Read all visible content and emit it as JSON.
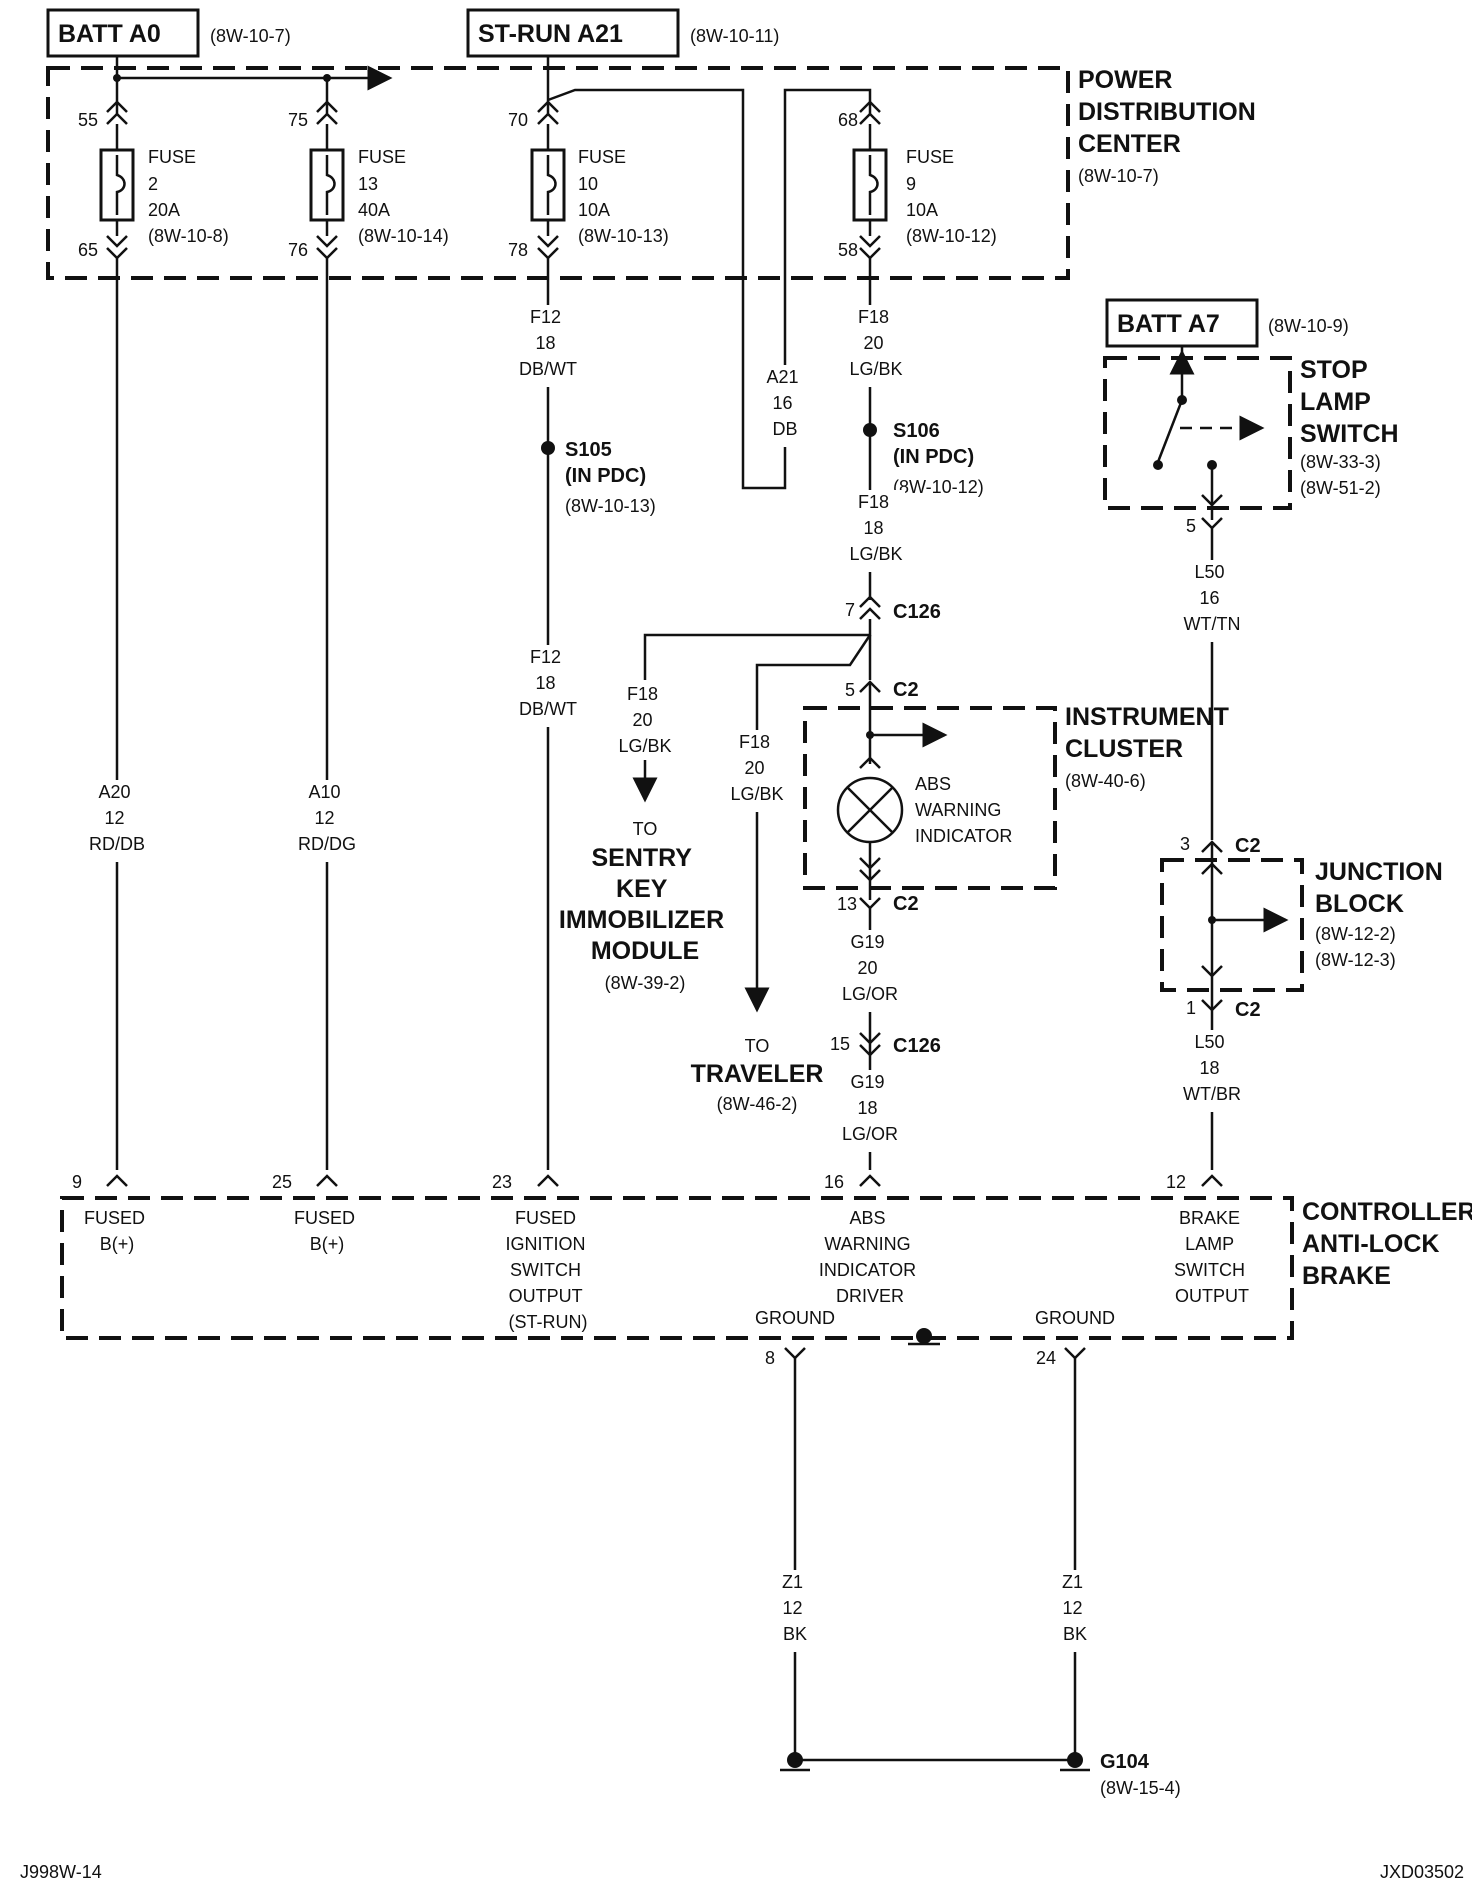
{
  "sources": [
    {
      "label": "BATT A0",
      "ref": "(8W-10-7)"
    },
    {
      "label": "ST-RUN A21",
      "ref": "(8W-10-11)"
    },
    {
      "label": "BATT A7",
      "ref": "(8W-10-9)"
    }
  ],
  "pdc": {
    "lines": [
      "POWER",
      "DISTRIBUTION",
      "CENTER"
    ],
    "ref": "(8W-10-7)"
  },
  "fuses": [
    {
      "pin_in": "55",
      "pin_out": "65",
      "word": "FUSE",
      "num": "2",
      "amps": "20A",
      "ref": "(8W-10-8)"
    },
    {
      "pin_in": "75",
      "pin_out": "76",
      "word": "FUSE",
      "num": "13",
      "amps": "40A",
      "ref": "(8W-10-14)"
    },
    {
      "pin_in": "70",
      "pin_out": "78",
      "word": "FUSE",
      "num": "10",
      "amps": "10A",
      "ref": "(8W-10-13)"
    },
    {
      "pin_in": "68",
      "pin_out": "58",
      "word": "FUSE",
      "num": "9",
      "amps": "10A",
      "ref": "(8W-10-12)"
    }
  ],
  "wires": {
    "f12_top": [
      "F12",
      "18",
      "DB/WT"
    ],
    "f12_mid": [
      "F12",
      "18",
      "DB/WT"
    ],
    "f18_top": [
      "F18",
      "20",
      "LG/BK"
    ],
    "a21": [
      "A21",
      "16",
      "DB"
    ],
    "f18_mid": [
      "F18",
      "18",
      "LG/BK"
    ],
    "f18_sentry": [
      "F18",
      "20",
      "LG/BK"
    ],
    "f18_traveler": [
      "F18",
      "20",
      "LG/BK"
    ],
    "a20": [
      "A20",
      "12",
      "RD/DB"
    ],
    "a10": [
      "A10",
      "12",
      "RD/DG"
    ],
    "g19_a": [
      "G19",
      "20",
      "LG/OR"
    ],
    "g19_b": [
      "G19",
      "18",
      "LG/OR"
    ],
    "l50_a": [
      "L50",
      "16",
      "WT/TN"
    ],
    "l50_b": [
      "L50",
      "18",
      "WT/BR"
    ],
    "z1_a": [
      "Z1",
      "12",
      "BK"
    ],
    "z1_b": [
      "Z1",
      "12",
      "BK"
    ]
  },
  "splices": {
    "s105": {
      "name": "S105",
      "note": "(IN PDC)",
      "ref": "(8W-10-13)"
    },
    "s106": {
      "name": "S106",
      "note": "(IN PDC)",
      "ref": "(8W-10-12)"
    }
  },
  "connectors": {
    "c126_top": {
      "pin": "7",
      "name": "C126"
    },
    "c2_ic_in": {
      "pin": "5",
      "name": "C2"
    },
    "c2_ic_out": {
      "pin": "13",
      "name": "C2"
    },
    "c126_bot": {
      "pin": "15",
      "name": "C126"
    },
    "c2_jb_in": {
      "pin": "3",
      "name": "C2"
    },
    "c2_jb_out": {
      "pin": "1",
      "name": "C2"
    },
    "stop_pin": "5"
  },
  "stop_lamp": {
    "lines": [
      "STOP",
      "LAMP",
      "SWITCH"
    ],
    "refs": [
      "(8W-33-3)",
      "(8W-51-2)"
    ]
  },
  "cluster": {
    "lines": [
      "INSTRUMENT",
      "CLUSTER"
    ],
    "ref": "(8W-40-6)",
    "indicator": [
      "ABS",
      "WARNING",
      "INDICATOR"
    ]
  },
  "junction": {
    "lines": [
      "JUNCTION",
      "BLOCK"
    ],
    "refs": [
      "(8W-12-2)",
      "(8W-12-3)"
    ]
  },
  "sentry": {
    "to": "TO",
    "lines": [
      "SENTRY",
      "KEY",
      "IMMOBILIZER",
      "MODULE"
    ],
    "ref": "(8W-39-2)"
  },
  "traveler": {
    "to": "TO",
    "name": "TRAVELER",
    "ref": "(8W-46-2)"
  },
  "controller": {
    "lines": [
      "CONTROLLER",
      "ANTI-LOCK",
      "BRAKE"
    ],
    "pins": [
      {
        "pin": "9",
        "label": [
          "FUSED",
          "B(+)"
        ]
      },
      {
        "pin": "25",
        "label": [
          "FUSED",
          "B(+)"
        ]
      },
      {
        "pin": "23",
        "label": [
          "FUSED",
          "IGNITION",
          "SWITCH",
          "OUTPUT",
          "(ST-RUN)"
        ]
      },
      {
        "pin": "16",
        "label": [
          "ABS",
          "WARNING",
          "INDICATOR",
          "DRIVER"
        ]
      },
      {
        "pin": "12",
        "label": [
          "BRAKE",
          "LAMP",
          "SWITCH",
          "OUTPUT"
        ]
      }
    ],
    "grounds": [
      {
        "pin": "8",
        "label": "GROUND"
      },
      {
        "pin": "24",
        "label": "GROUND"
      }
    ]
  },
  "ground_point": {
    "name": "G104",
    "ref": "(8W-15-4)"
  },
  "footer": {
    "left": "J998W-14",
    "right": "JXD03502"
  }
}
